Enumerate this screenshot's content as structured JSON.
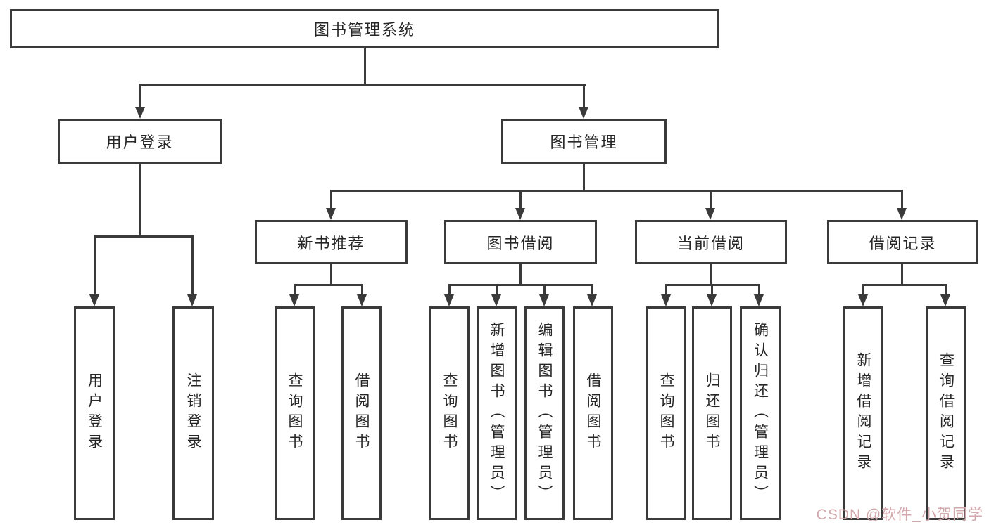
{
  "diagram": {
    "title": "图书管理系统",
    "root": {
      "label": "图书管理系统"
    },
    "level1": [
      {
        "label": "用户登录"
      },
      {
        "label": "图书管理"
      }
    ],
    "level2": [
      {
        "label": "新书推荐"
      },
      {
        "label": "图书借阅"
      },
      {
        "label": "当前借阅"
      },
      {
        "label": "借阅记录"
      }
    ],
    "leaves": [
      {
        "label": "用户登录"
      },
      {
        "label": "注销登录"
      },
      {
        "label": "查询图书"
      },
      {
        "label": "借阅图书"
      },
      {
        "label": "查询图书"
      },
      {
        "label": "新增图书（管理员）"
      },
      {
        "label": "编辑图书（管理员）"
      },
      {
        "label": "借阅图书"
      },
      {
        "label": "查询图书"
      },
      {
        "label": "归还图书"
      },
      {
        "label": "确认归还（管理员）"
      },
      {
        "label": "新增借阅记录"
      },
      {
        "label": "查询借阅记录"
      }
    ]
  },
  "watermark": {
    "text": "CSDN @软件_小贺同学",
    "color": "#d2a8ac"
  },
  "colors": {
    "line": "#3a3a3a",
    "text": "#262626",
    "background": "#ffffff"
  }
}
